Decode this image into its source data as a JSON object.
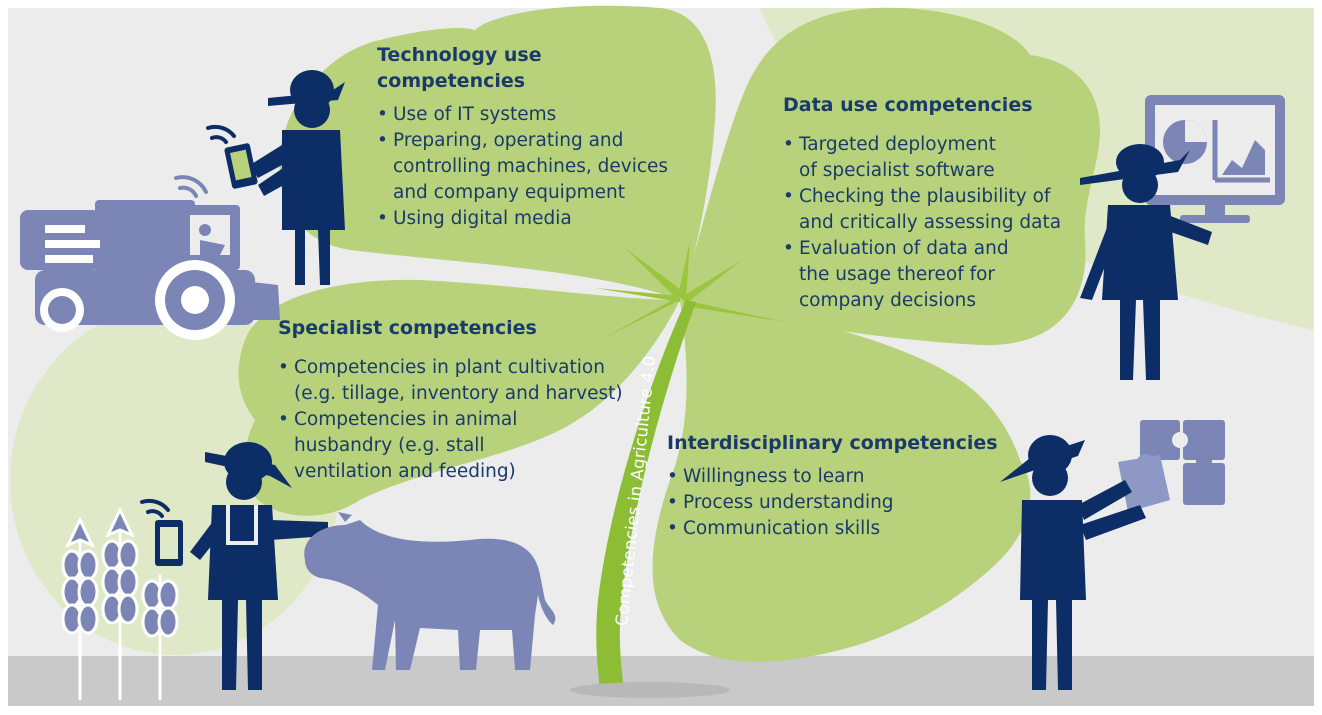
{
  "colors": {
    "leaf": "#b7d27a",
    "leaf_pale": "#dfe9c7",
    "navy": "#0d2d66",
    "text": "#1a3a6b",
    "lavender": "#7b86b6",
    "ground": "#c9c9c9",
    "sky": "#ececec",
    "stem": "#8cbd35"
  },
  "sections": {
    "technology": {
      "heading": [
        "Technology use",
        "competencies"
      ],
      "items": [
        [
          "Use of IT systems"
        ],
        [
          "Preparing, operating and",
          "controlling machines, devices",
          "and company equipment"
        ],
        [
          "Using digital media"
        ]
      ]
    },
    "data": {
      "heading": [
        "Data use competencies"
      ],
      "items": [
        [
          "Targeted deployment",
          "of specialist software"
        ],
        [
          "Checking the plausibility of",
          "and critically assessing data"
        ],
        [
          "Evaluation of data and",
          "the usage thereof for",
          "company decisions"
        ]
      ]
    },
    "specialist": {
      "heading": [
        "Specialist competencies"
      ],
      "items": [
        [
          "Competencies in plant cultivation",
          "(e.g. tillage, inventory and harvest)"
        ],
        [
          "Competencies in animal",
          "husbandry (e.g. stall",
          "ventilation and feeding)"
        ]
      ]
    },
    "interdisciplinary": {
      "heading": [
        "Interdisciplinary competencies"
      ],
      "items": [
        [
          "Willingness to learn"
        ],
        [
          "Process understanding"
        ],
        [
          "Communication skills"
        ]
      ]
    }
  },
  "stem_label": "Competencies in Agriculture 4.0",
  "icons": [
    "farmer-figure",
    "tablet-icon",
    "wifi-icon",
    "combine-harvester-icon",
    "monitor-chart-icon",
    "puzzle-icon",
    "cow-icon",
    "wheat-icon"
  ]
}
